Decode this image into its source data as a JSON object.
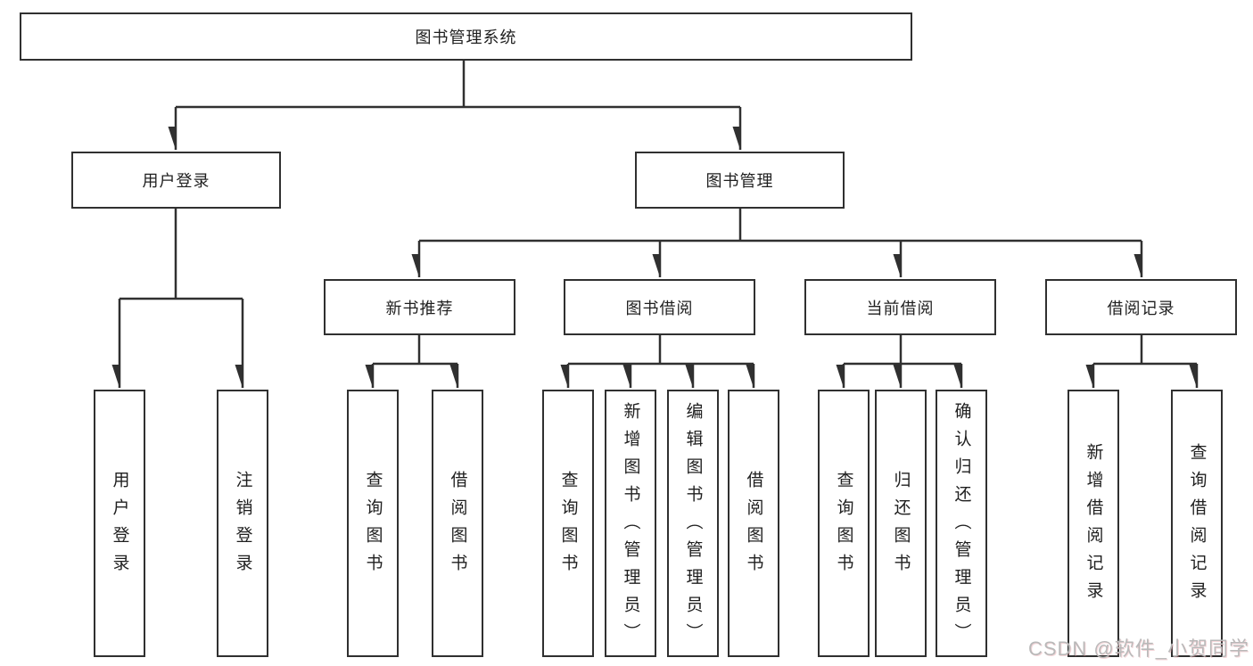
{
  "tree": {
    "label": "图书管理系统",
    "children": [
      {
        "label": "用户登录",
        "children": [
          {
            "label": "用户登录"
          },
          {
            "label": "注销登录"
          }
        ]
      },
      {
        "label": "图书管理",
        "children": [
          {
            "label": "新书推荐",
            "children": [
              {
                "label": "查询图书"
              },
              {
                "label": "借阅图书"
              }
            ]
          },
          {
            "label": "图书借阅",
            "children": [
              {
                "label": "查询图书"
              },
              {
                "label": "新增图书（管理员）"
              },
              {
                "label": "编辑图书（管理员）"
              },
              {
                "label": "借阅图书"
              }
            ]
          },
          {
            "label": "当前借阅",
            "children": [
              {
                "label": "查询图书"
              },
              {
                "label": "归还图书"
              },
              {
                "label": "确认归还（管理员）"
              }
            ]
          },
          {
            "label": "借阅记录",
            "children": [
              {
                "label": "新增借阅记录"
              },
              {
                "label": "查询借阅记录"
              }
            ]
          }
        ]
      }
    ]
  },
  "watermark": {
    "text": "CSDN @软件_小贺同学"
  },
  "colors": {
    "line": "#303030",
    "border": "#303030",
    "fill": "#ffffff",
    "text": "#1f1f1f",
    "watermark": "#b9b9b9"
  }
}
